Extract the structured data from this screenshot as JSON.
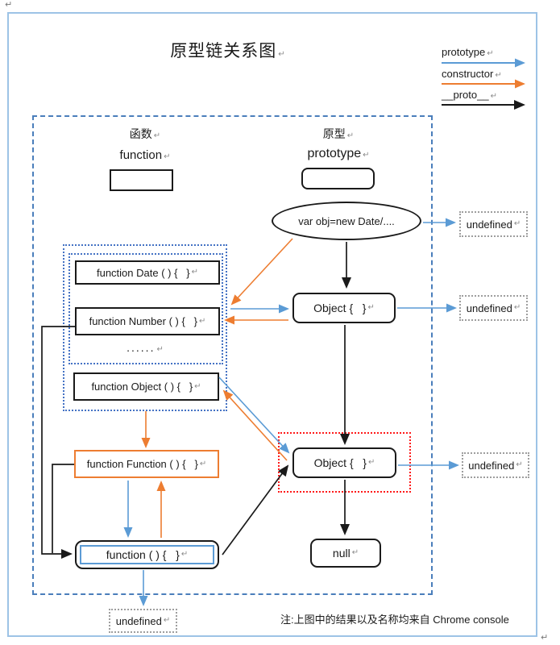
{
  "glyphs": {
    "return_mark": "↵"
  },
  "title": "原型链关系图",
  "legend": {
    "items": [
      {
        "label": "prototype",
        "color": "#5B9BD5"
      },
      {
        "label": "constructor",
        "color": "#ED7D31"
      },
      {
        "label": "__proto__",
        "color": "#1a1a1a"
      }
    ]
  },
  "headers": {
    "left_cn": "函数",
    "left_en": "function",
    "right_cn": "原型",
    "right_en": "prototype"
  },
  "nodes": {
    "var_obj": "var obj=new Date/....",
    "fn_date": "function Date ( ) {   }",
    "fn_number": "function Number ( ) {   }",
    "ellipsis": "......",
    "fn_object": "function Object ( ) {   }",
    "fn_function": "function Function ( ) {   }",
    "fn_anon": "function ( ) {   }",
    "object_top": "Object {   }",
    "object_bottom": "Object {   }",
    "null_label": "null",
    "undefined_1": "undefined",
    "undefined_2": "undefined",
    "undefined_3": "undefined",
    "undefined_4": "undefined"
  },
  "note": "注:上图中的结果以及名称均来自 Chrome console",
  "colors": {
    "prototype_arrow": "#5B9BD5",
    "constructor_arrow": "#ED7D31",
    "proto_arrow": "#1a1a1a",
    "outer_frame": "#9DC3E6",
    "dashed_region": "#4a7ebb",
    "dotted_group": "#4472C4",
    "highlight_red": "#ff1a1a"
  }
}
